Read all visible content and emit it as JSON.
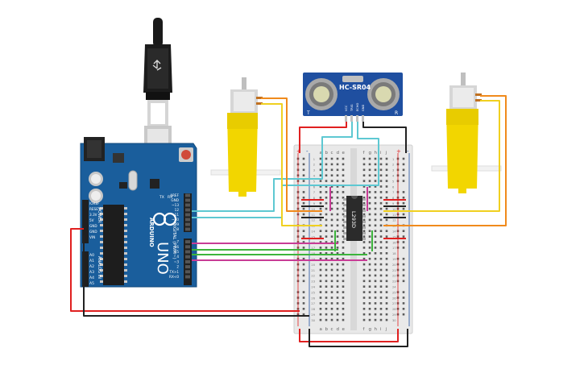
{
  "arduino": {
    "brand": "ARDUINO",
    "model": "UNO",
    "digital_label": "DIGITAL (PWM~)",
    "analog_label": "ANALOG IN",
    "power_label": "POWER",
    "top_pins": [
      "AREF",
      "GND",
      "~13",
      "12",
      "~11",
      "~10",
      "~9",
      "8",
      "7",
      "~6",
      "~5",
      "4",
      "~3",
      "2",
      "TX>1",
      "RX<0"
    ],
    "power_pins": [
      "IOREF",
      "RESET",
      "3.3V",
      "5V",
      "GND",
      "GND",
      "VIN"
    ],
    "analog_pins": [
      "A0",
      "A1",
      "A2",
      "A3",
      "A4",
      "A5"
    ],
    "tx": "TX",
    "rx": "RX",
    "l_led": "L"
  },
  "sensor": {
    "model": "HC-SR04",
    "pins": [
      "VCC",
      "TRIG",
      "ECHO",
      "GND"
    ],
    "t_label": "T",
    "r_label": "R"
  },
  "driver_chip": {
    "label": "L293D"
  },
  "breadboard": {
    "columns_left": [
      "a",
      "b",
      "c",
      "d",
      "e"
    ],
    "columns_right": [
      "f",
      "g",
      "h",
      "i",
      "j"
    ],
    "rail_plus": "+",
    "rail_minus": "-",
    "row_numbers": [
      "1",
      "2",
      "3",
      "4",
      "5",
      "6",
      "7",
      "8",
      "9",
      "10",
      "11",
      "12",
      "13",
      "14",
      "15",
      "16",
      "17",
      "18",
      "19",
      "20",
      "21",
      "22",
      "23",
      "24",
      "25",
      "26",
      "27",
      "28",
      "29",
      "30"
    ]
  },
  "motors": {
    "left": "gear-motor-left",
    "right": "gear-motor-right"
  },
  "colors": {
    "board_blue": "#1a5e9c",
    "motor_yellow": "#f2d600",
    "wire_red": "#e02020",
    "wire_black": "#222222",
    "wire_cyan": "#5ec8d2",
    "wire_orange": "#f08a1c",
    "wire_yellow": "#f0d020",
    "wire_magenta": "#c83c96",
    "wire_green": "#3cb43c",
    "sensor_blue": "#1f4fa0"
  }
}
